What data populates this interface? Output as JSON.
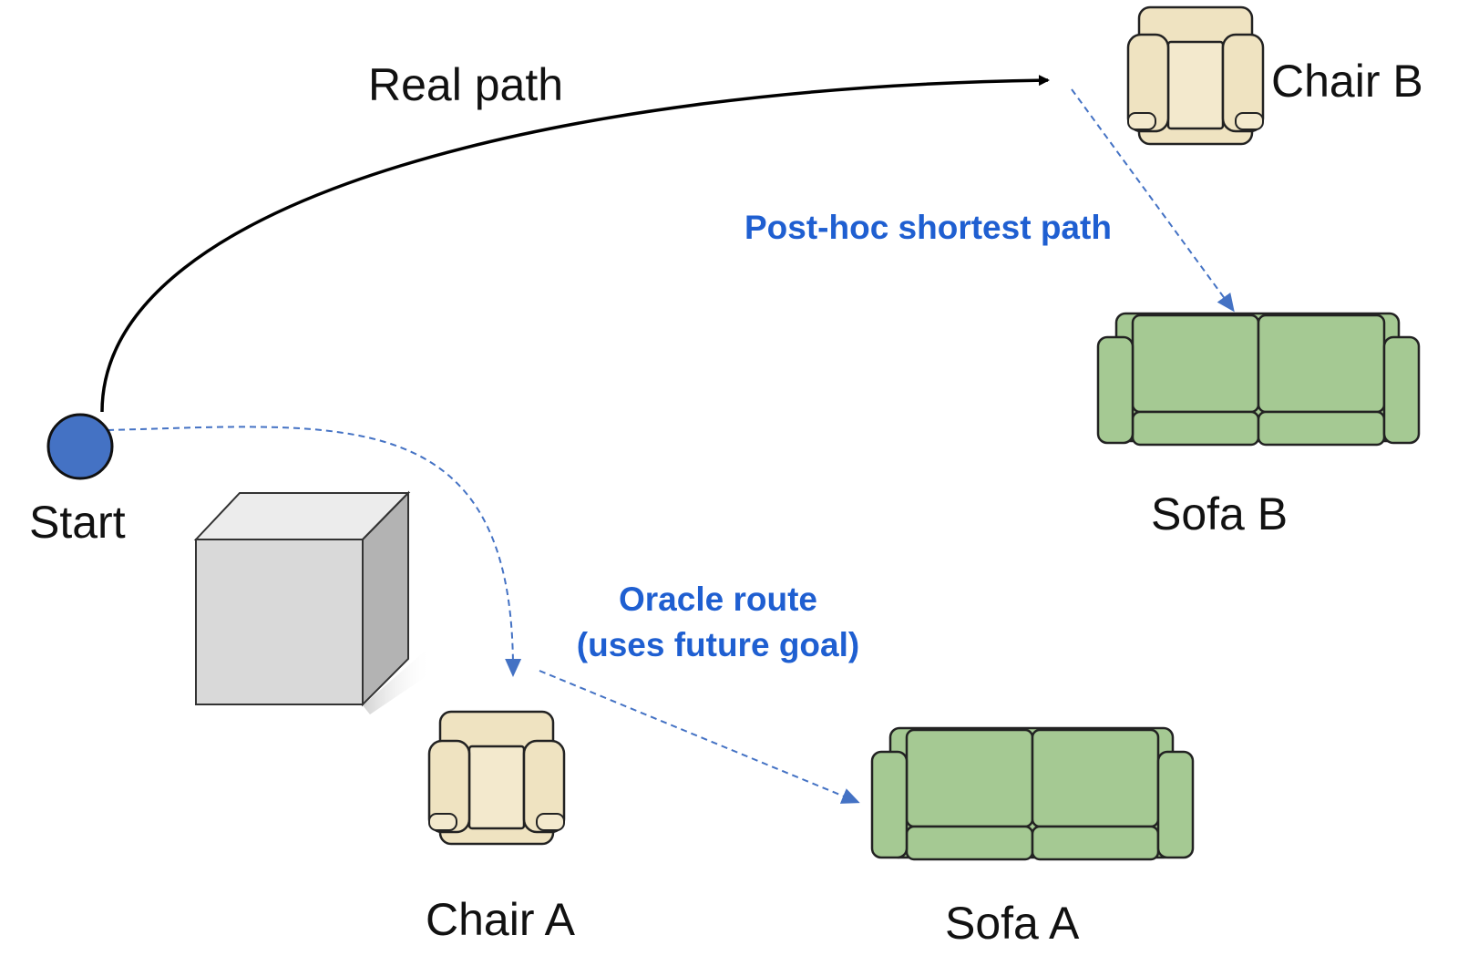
{
  "labels": {
    "real_path": "Real path",
    "start": "Start",
    "chair_a": "Chair A",
    "chair_b": "Chair B",
    "sofa_a": "Sofa A",
    "sofa_b": "Sofa B",
    "post_hoc": "Post-hoc shortest path",
    "oracle_line1": "Oracle route",
    "oracle_line2": "(uses future goal)"
  },
  "icons": {
    "start": "start-marker-circle",
    "obstacle": "cube-obstacle",
    "chairs": "armchair-top-view",
    "sofas": "sofa-top-view"
  },
  "colors": {
    "start_fill": "#4472c4",
    "dashed_arrow": "#4472c4",
    "blue_text": "#1f5fd1",
    "real_path": "#000000",
    "chair_fill": "#efe3c1",
    "sofa_fill": "#a5c993",
    "cube_front": "#d9d9d9"
  }
}
